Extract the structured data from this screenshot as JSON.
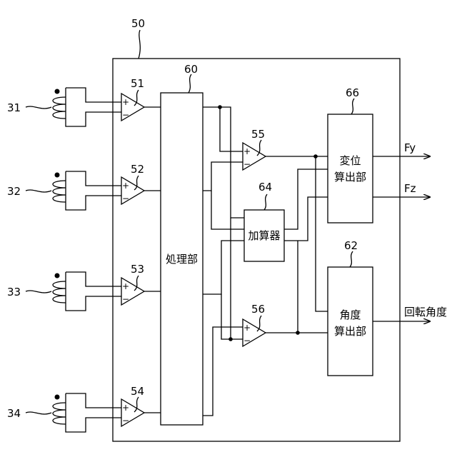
{
  "refs": {
    "unit": "50",
    "processor": "60",
    "adder": "64",
    "displacement_calc": "66",
    "angle_calc": "62",
    "amp_sum": "55",
    "amp_diff": "56",
    "amps": [
      "51",
      "52",
      "53",
      "54"
    ],
    "sensors": [
      "31",
      "32",
      "33",
      "34"
    ]
  },
  "labels": {
    "processor": "処理部",
    "adder": "加算器",
    "displacement_calc": [
      "変位",
      "算出部"
    ],
    "angle_calc": [
      "角度",
      "算出部"
    ]
  },
  "outputs": {
    "fy": "Fy",
    "fz": "Fz",
    "angle": "回転角度"
  },
  "amp_signs": {
    "plus": "+",
    "minus": "−"
  }
}
